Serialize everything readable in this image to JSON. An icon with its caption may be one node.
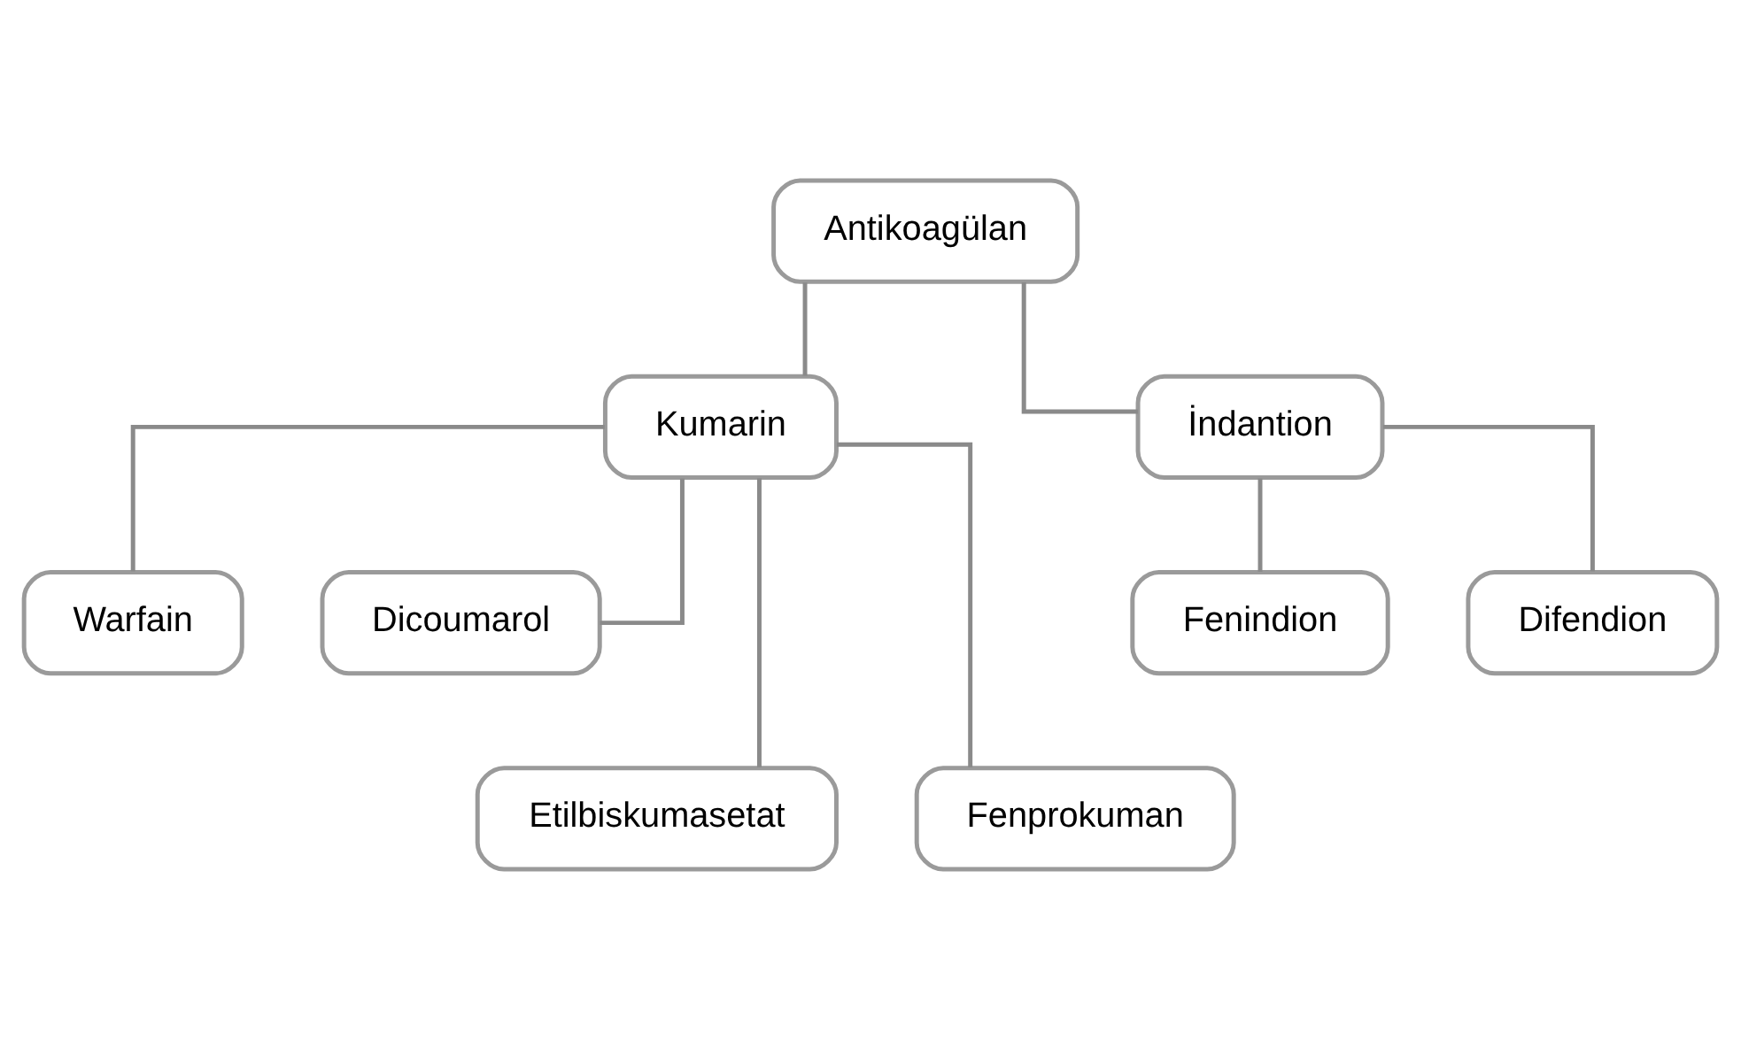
{
  "diagram": {
    "nodes": [
      {
        "text": [
          "Antikoagülan"
        ]
      },
      {
        "text": [
          "Kumarin"
        ]
      },
      {
        "text": [
          "İndantion"
        ]
      },
      {
        "text": [
          "Warfain"
        ]
      },
      {
        "text": [
          "Dicoumarol"
        ]
      },
      {
        "text": [
          "Fenindion"
        ]
      },
      {
        "text": [
          "Difendion"
        ]
      },
      {
        "text": [
          "Etilbiskumasetat"
        ]
      },
      {
        "text": [
          "Fenprokuman"
        ]
      }
    ],
    "edges": [
      {
        "from": 0,
        "to": 1,
        "arrow": "none"
      },
      {
        "from": 0,
        "to": 2,
        "arrow": "none"
      },
      {
        "from": 1,
        "to": 3,
        "arrow": "none"
      },
      {
        "from": 1,
        "to": 4,
        "arrow": "none"
      },
      {
        "from": 1,
        "to": 7,
        "arrow": "none"
      },
      {
        "from": 1,
        "to": 8,
        "arrow": "none"
      },
      {
        "from": 2,
        "to": 5,
        "arrow": "none"
      },
      {
        "from": 2,
        "to": 6,
        "arrow": "none"
      }
    ]
  }
}
